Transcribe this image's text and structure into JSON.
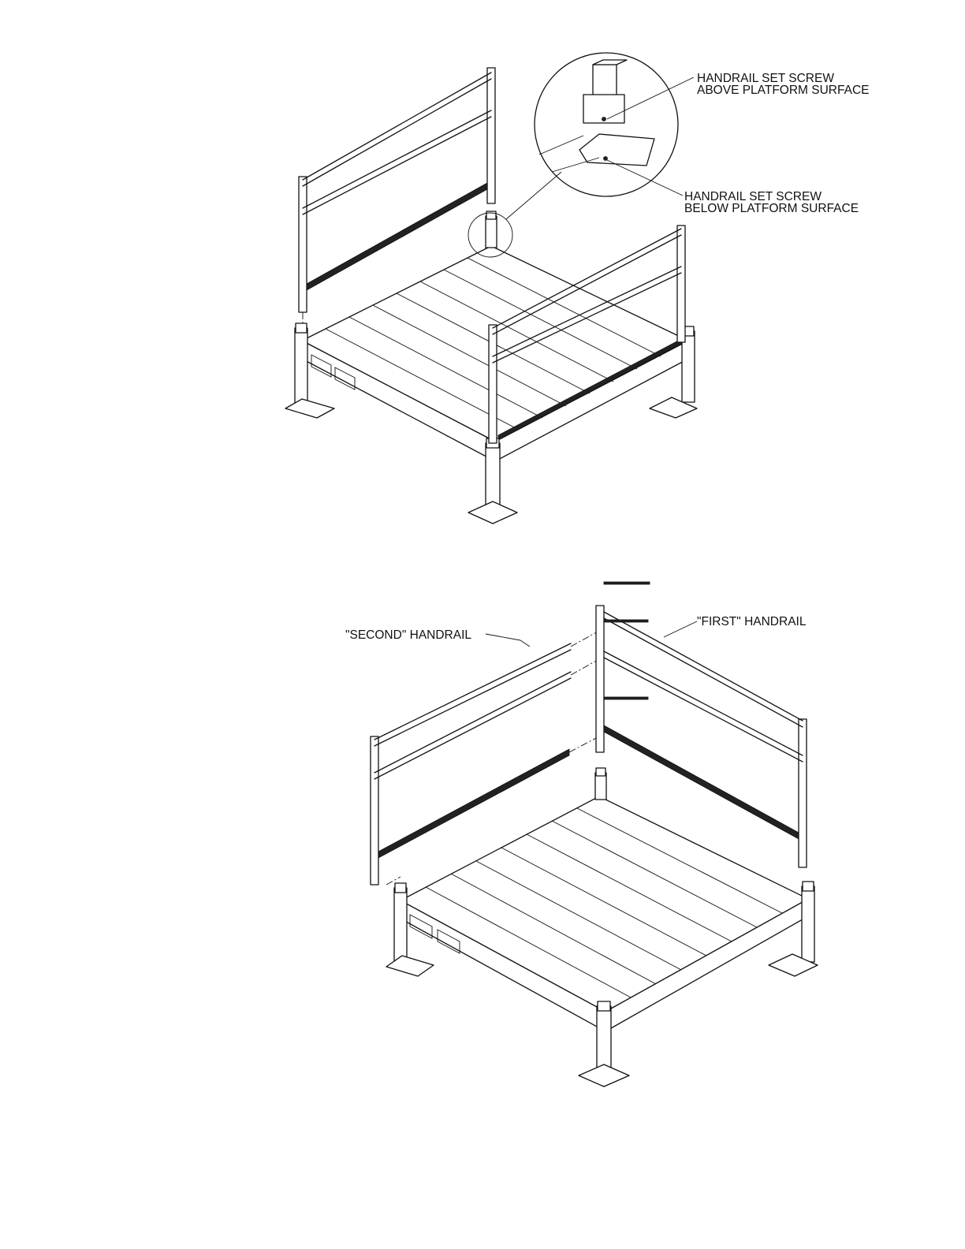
{
  "figure_top": {
    "callout_above": [
      "HANDRAIL SET SCREW",
      "ABOVE PLATFORM SURFACE"
    ],
    "callout_below": [
      "HANDRAIL SET SCREW",
      "BELOW PLATFORM SURFACE"
    ]
  },
  "figure_bottom": {
    "label_second": "\"SECOND\" HANDRAIL",
    "label_first": "\"FIRST\" HANDRAIL"
  }
}
